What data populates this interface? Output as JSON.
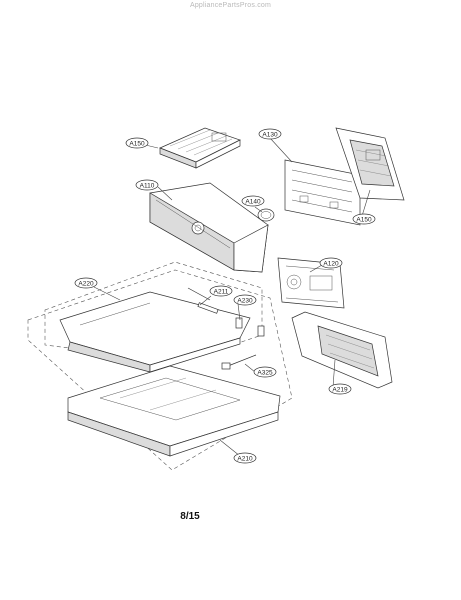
{
  "watermark": "AppliancePartsPros.com",
  "page_number": "8/15",
  "callouts": {
    "a150_top": "A150",
    "a110": "A110",
    "a130": "A130",
    "a150_right": "A150",
    "a140": "A140",
    "a120": "A120",
    "a220": "A220",
    "a211": "A211",
    "a230": "A230",
    "a325": "A325",
    "a219": "A219",
    "a210": "A210"
  }
}
